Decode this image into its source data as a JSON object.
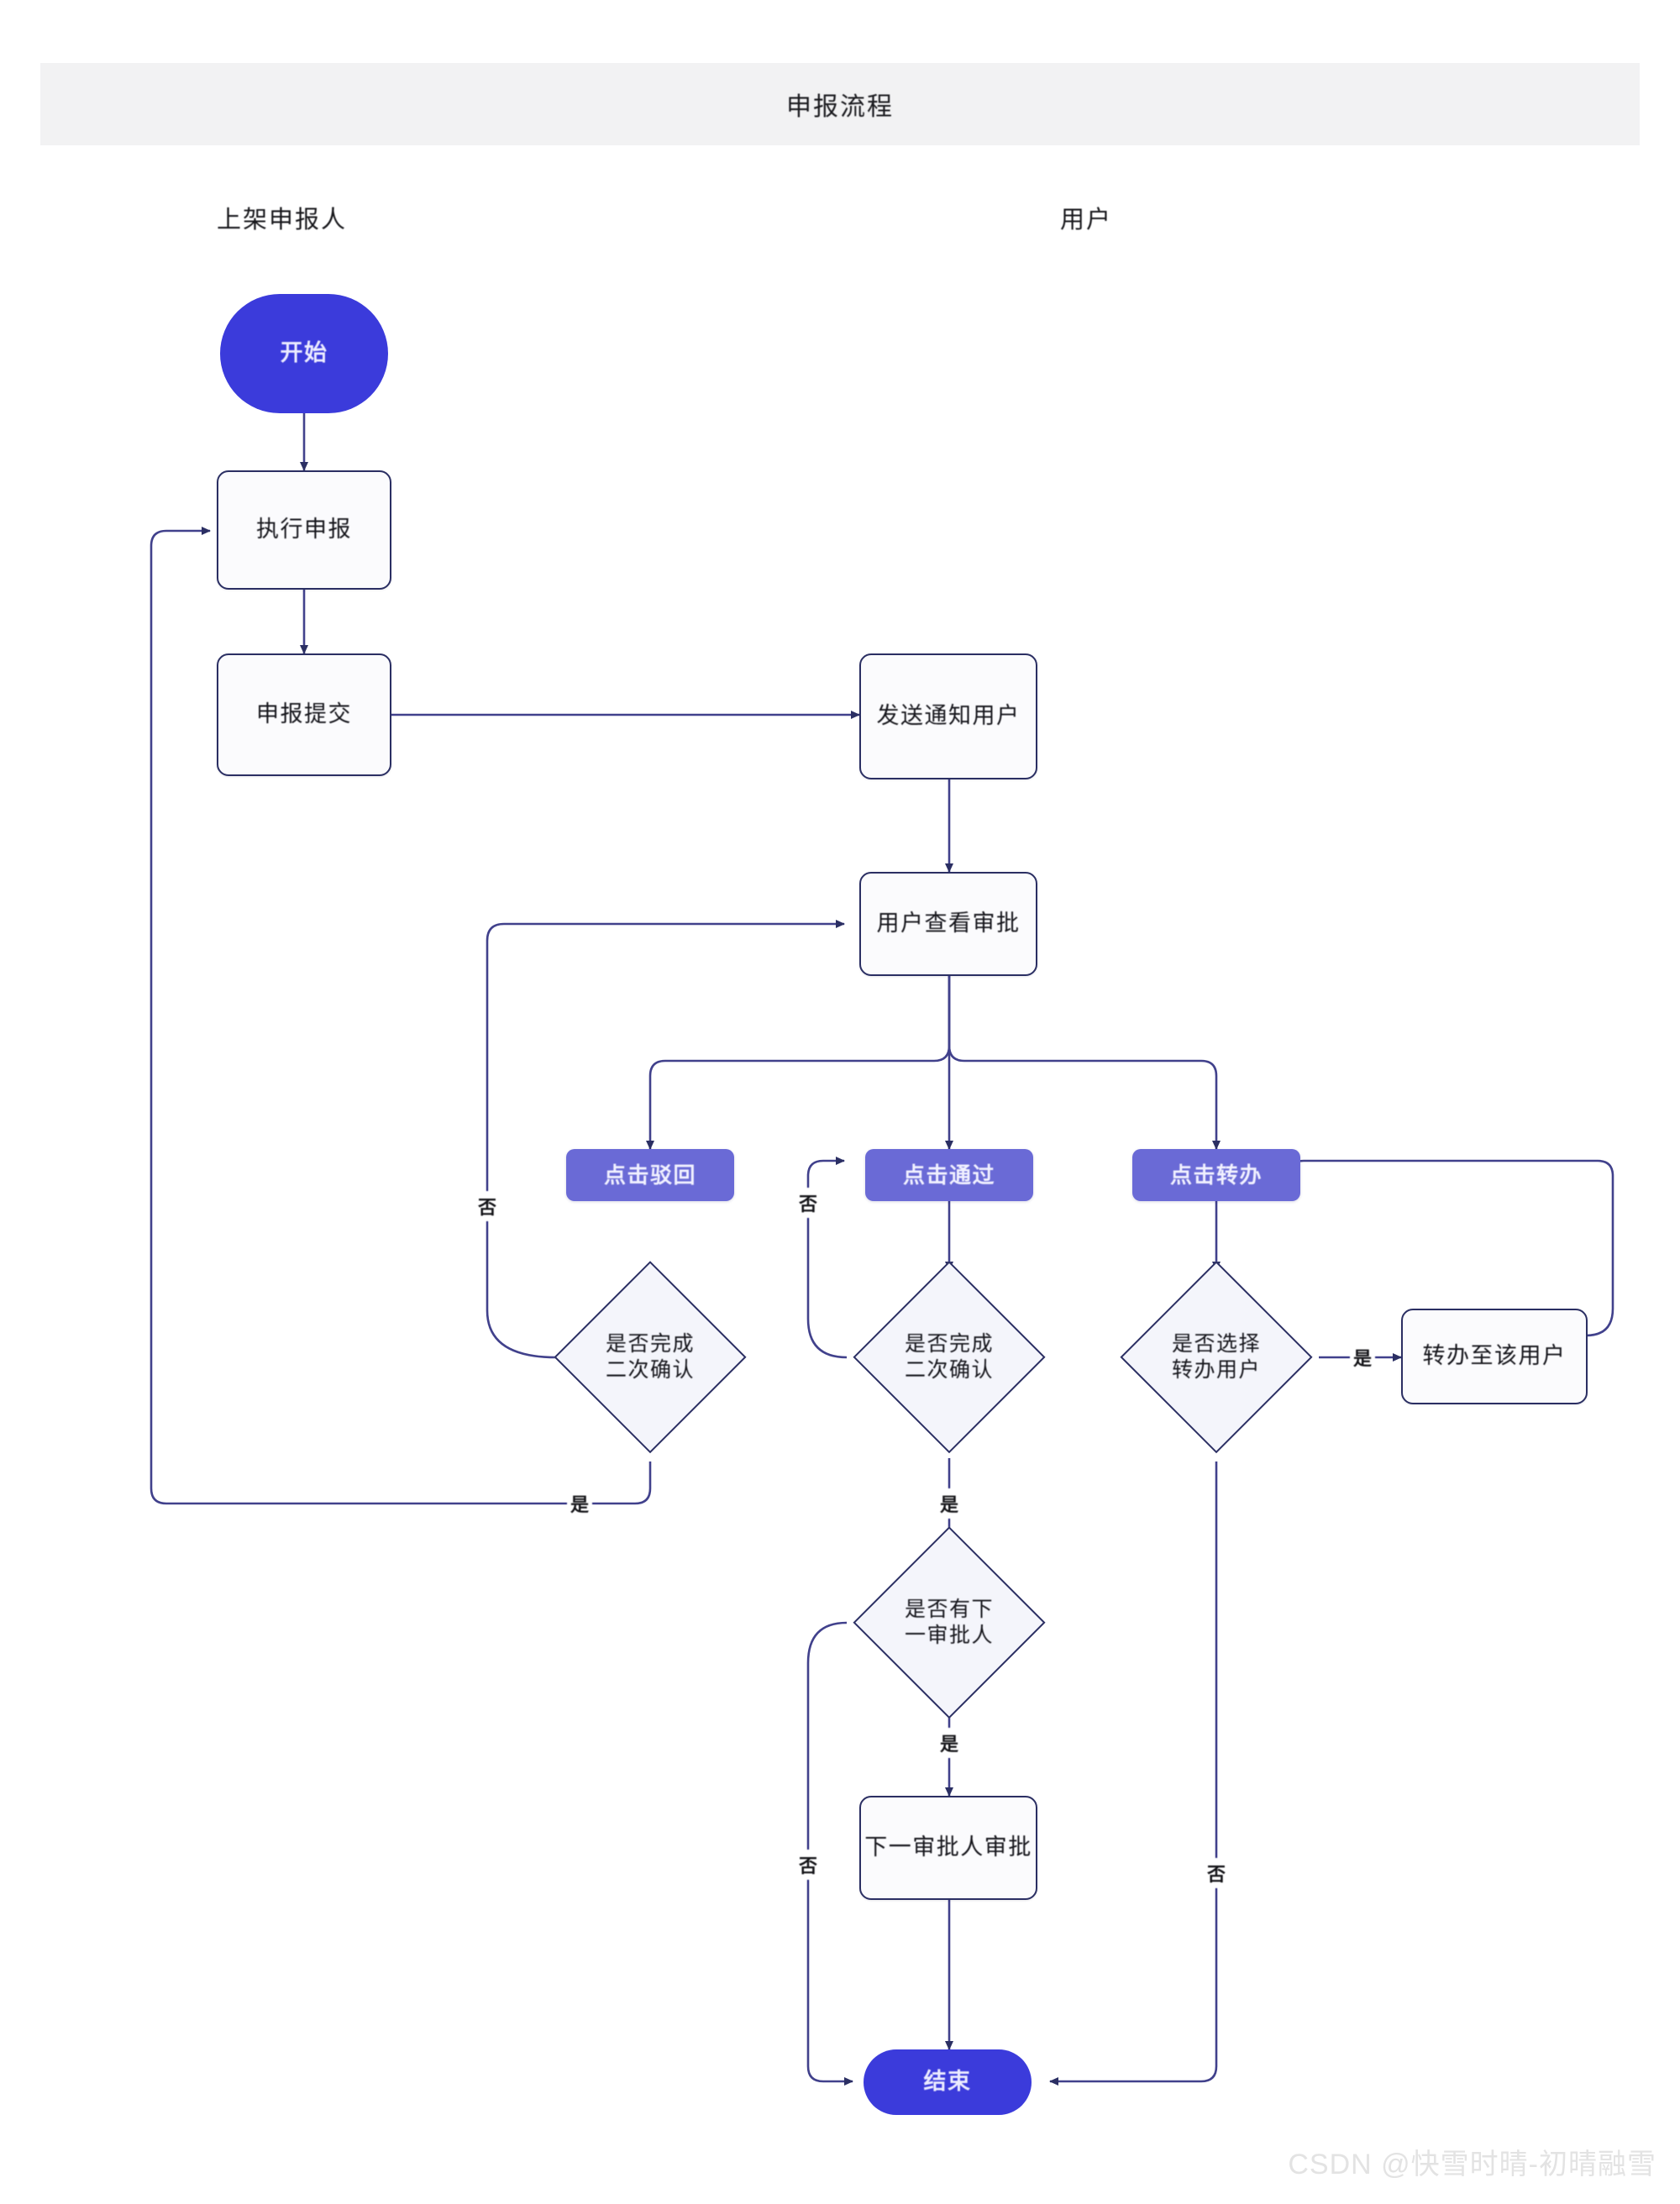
{
  "title": "申报流程",
  "lanes": [
    {
      "id": "declarer",
      "label": "上架申报人"
    },
    {
      "id": "user",
      "label": "用户"
    }
  ],
  "nodes": [
    {
      "id": "start",
      "label": "开始",
      "shape": "terminal"
    },
    {
      "id": "fill",
      "label": "执行申报",
      "shape": "process"
    },
    {
      "id": "submit",
      "label": "申报提交",
      "shape": "process"
    },
    {
      "id": "notify",
      "label": "发送通知用户",
      "shape": "process"
    },
    {
      "id": "user_review",
      "label": "用户查看审批",
      "shape": "process"
    },
    {
      "id": "act_reject",
      "label": "点击驳回",
      "shape": "action"
    },
    {
      "id": "act_approve",
      "label": "点击通过",
      "shape": "action"
    },
    {
      "id": "act_transfer",
      "label": "点击转办",
      "shape": "action"
    },
    {
      "id": "dec_reject",
      "label": "是否完成\n二次确认",
      "shape": "decision"
    },
    {
      "id": "dec_approve",
      "label": "是否完成\n二次确认",
      "shape": "decision"
    },
    {
      "id": "dec_transfer",
      "label": "是否选择\n转办用户",
      "shape": "decision"
    },
    {
      "id": "transfer_to",
      "label": "转办至该用户",
      "shape": "process"
    },
    {
      "id": "dec_next",
      "label": "是否有下\n一审批人",
      "shape": "decision"
    },
    {
      "id": "next_approve",
      "label": "下一审批人审批",
      "shape": "process"
    },
    {
      "id": "end",
      "label": "结束",
      "shape": "terminal"
    }
  ],
  "edge_labels": {
    "reject_no": "否",
    "reject_yes": "是",
    "approve_no": "否",
    "approve_yes": "是",
    "transfer_yes": "是",
    "transfer_no": "否",
    "next_yes": "是",
    "next_no": "否"
  },
  "colors": {
    "terminal_fill": "#3b3bdb",
    "action_fill": "#6a6ad6",
    "process_fill": "#fbfbfd",
    "stroke": "#2b2f63",
    "edge": "#41418c",
    "title_bg": "#f2f2f3"
  },
  "watermark": "CSDN @快雪时晴-初晴融雪"
}
